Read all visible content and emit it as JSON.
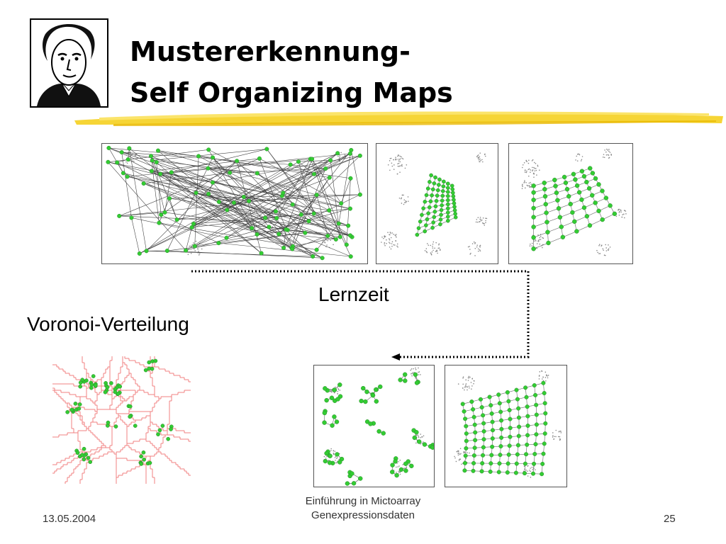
{
  "slide": {
    "title_line1": "Mustererkennung-",
    "title_line2": "Self Organizing Maps",
    "label_lernzeit": "Lernzeit",
    "label_voronoi": "Voronoi-Verteilung"
  },
  "footer": {
    "date": "13.05.2004",
    "course_line1": "Einführung in Mictoarray",
    "course_line2": "Genexpressionsdaten",
    "page": "25"
  },
  "colors": {
    "node": "#33cc33",
    "edge": "#555555",
    "voronoi_edge": "#f08080",
    "accent_underline": "#f5d020",
    "data_points": "#888888"
  }
}
